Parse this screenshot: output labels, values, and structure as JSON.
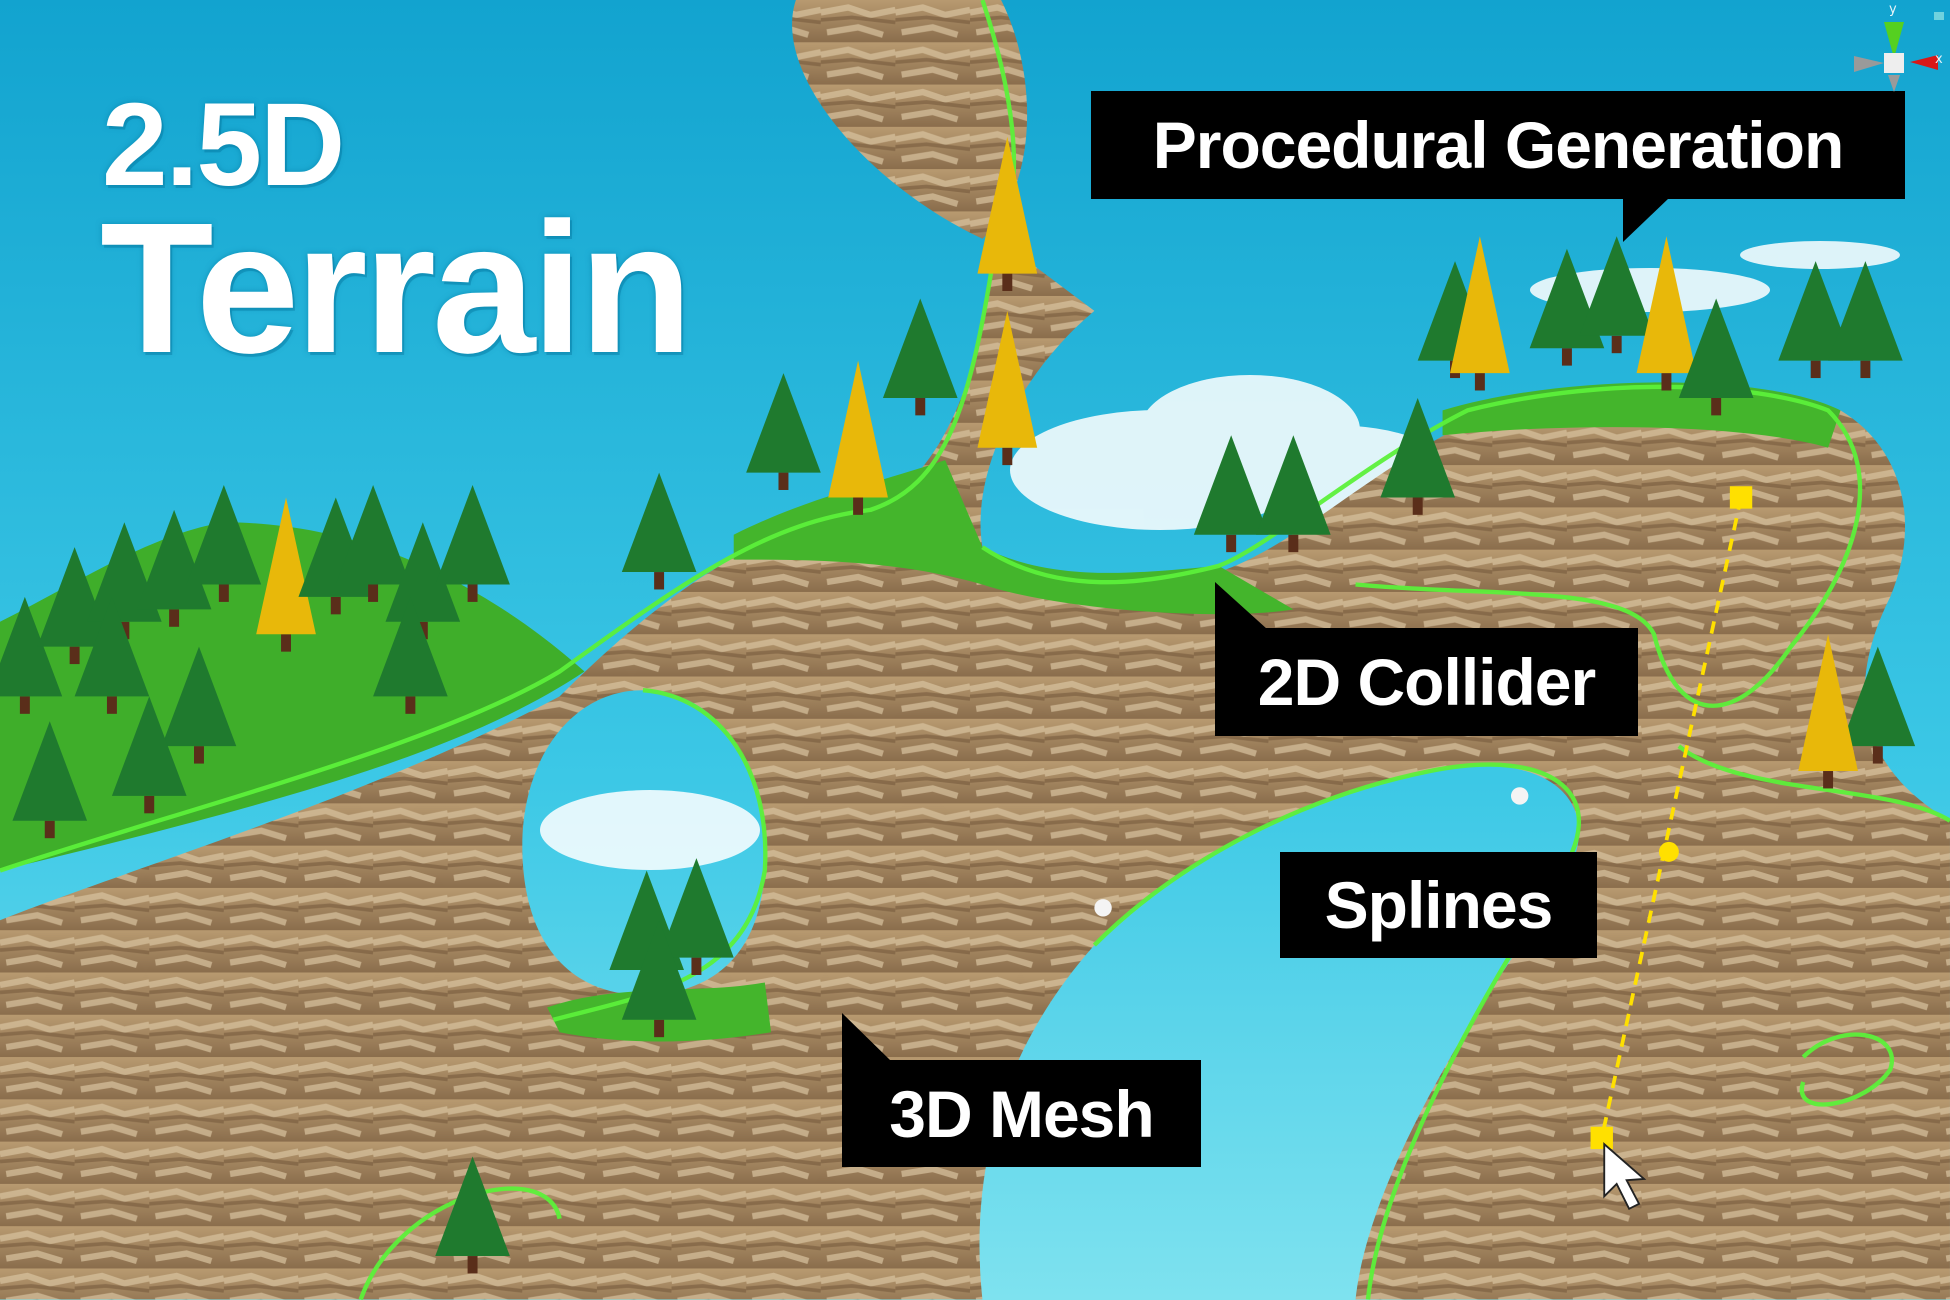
{
  "title": {
    "line1": "2.5D",
    "line2": "Terrain"
  },
  "labels": {
    "procedural": "Procedural Generation",
    "collider": "2D Collider",
    "splines": "Splines",
    "mesh": "3D Mesh"
  },
  "gizmo": {
    "y_label": "y",
    "x_label": "x"
  },
  "colors": {
    "sky_top": "#12a3cf",
    "sky_bottom": "#5fd8ea",
    "rock": "#a98a63",
    "grass": "#3fae2a",
    "spline": "#5cf03a",
    "handle": "#ffe000",
    "label_bg": "#000000"
  }
}
